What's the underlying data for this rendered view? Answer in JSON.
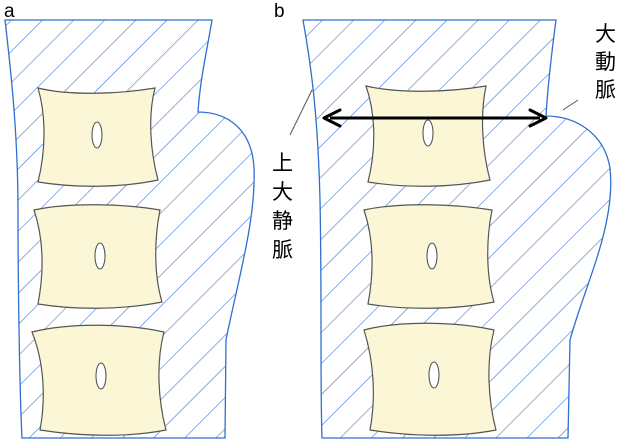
{
  "panels": [
    {
      "label": "a"
    },
    {
      "label": "b"
    }
  ],
  "labels": {
    "aorta": [
      "大",
      "動",
      "脈"
    ],
    "svc": [
      "上",
      "大",
      "静",
      "脈"
    ]
  },
  "colors": {
    "hatch": "#2f6fd0",
    "bone_fill": "#fbf7d6",
    "bone_stroke": "#555555",
    "arrow": "#000000"
  }
}
